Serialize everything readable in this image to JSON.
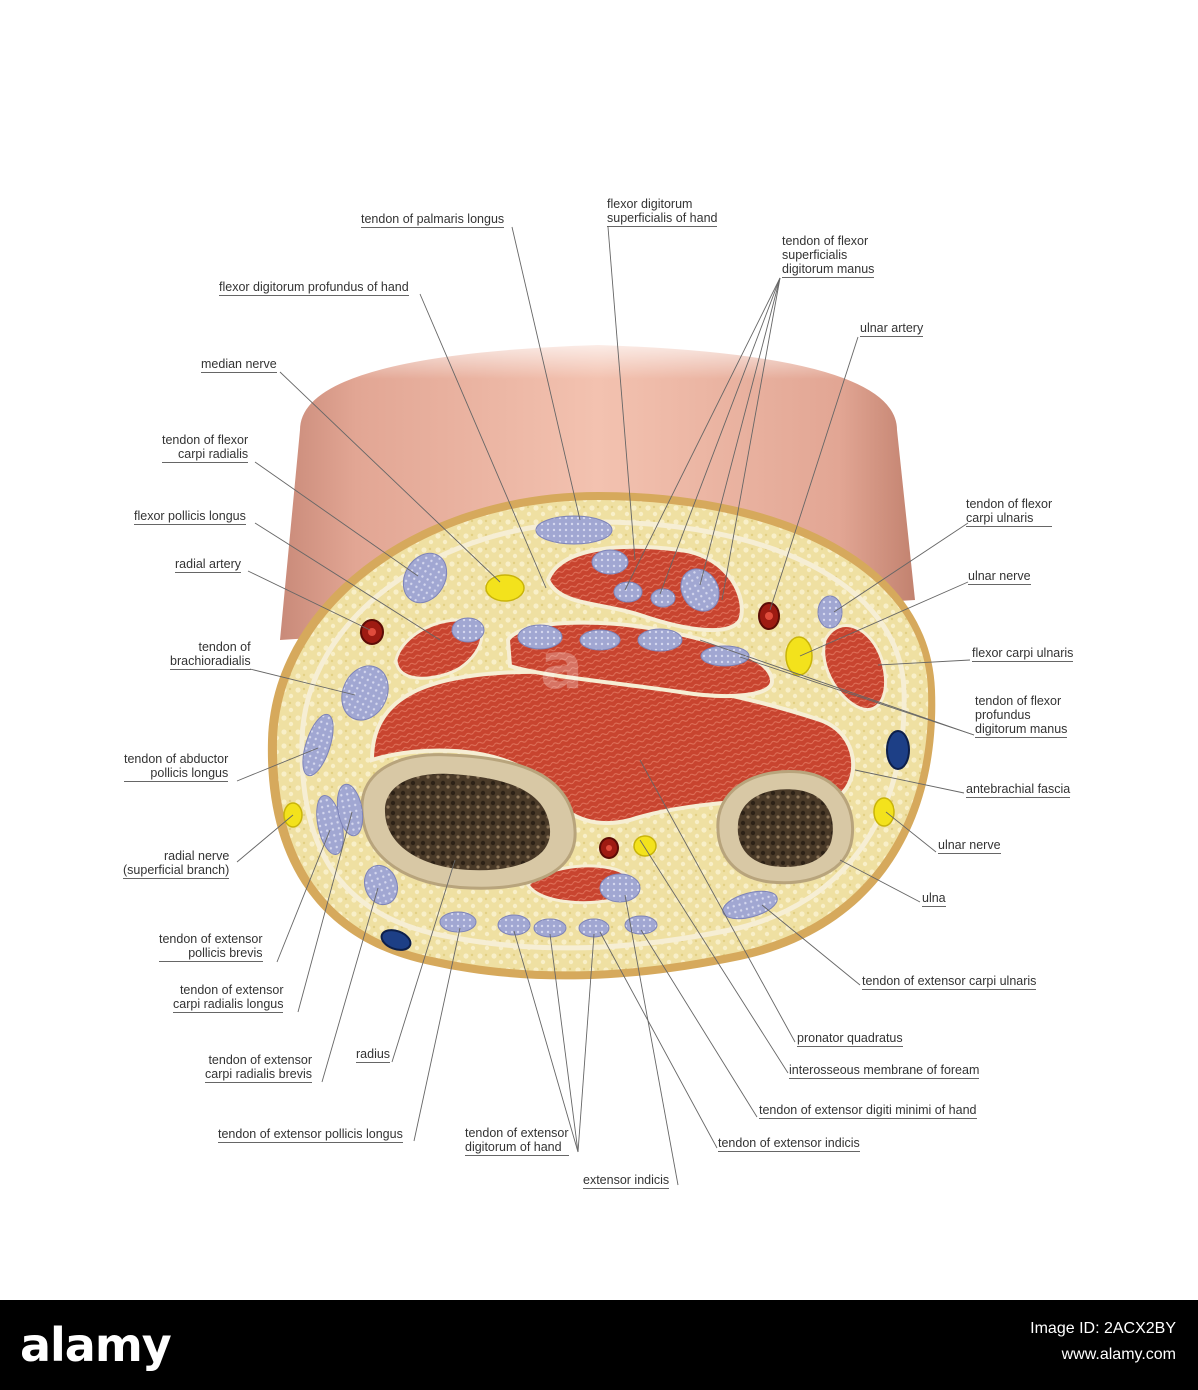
{
  "labels_left": [
    {
      "id": "tendon-palmaris-longus",
      "lines": [
        "tendon of palmaris longus"
      ]
    },
    {
      "id": "fdp-hand",
      "lines": [
        "flexor digitorum profundus of hand"
      ]
    },
    {
      "id": "median-nerve",
      "lines": [
        "median nerve"
      ]
    },
    {
      "id": "tendon-fcr",
      "lines": [
        "tendon of flexor",
        "carpi radialis"
      ]
    },
    {
      "id": "fpl",
      "lines": [
        "flexor pollicis longus"
      ]
    },
    {
      "id": "radial-artery",
      "lines": [
        "radial artery"
      ]
    },
    {
      "id": "tendon-brachioradialis",
      "lines": [
        "tendon of",
        "brachioradialis"
      ]
    },
    {
      "id": "tendon-apl",
      "lines": [
        "tendon of abductor",
        "pollicis longus"
      ]
    },
    {
      "id": "radial-nerve",
      "lines": [
        "radial nerve",
        "(superficial branch)"
      ]
    },
    {
      "id": "tendon-epb",
      "lines": [
        "tendon of extensor",
        "pollicis brevis"
      ]
    },
    {
      "id": "tendon-ecrl",
      "lines": [
        "tendon of extensor",
        "carpi radialis longus"
      ]
    },
    {
      "id": "tendon-ecrb",
      "lines": [
        "tendon of extensor",
        "carpi radialis brevis"
      ]
    },
    {
      "id": "radius",
      "lines": [
        "radius"
      ]
    },
    {
      "id": "tendon-epl",
      "lines": [
        "tendon of extensor pollicis longus"
      ]
    },
    {
      "id": "tendon-ed",
      "lines": [
        "tendon of extensor",
        "digitorum of hand"
      ]
    }
  ],
  "labels_right": [
    {
      "id": "fds-hand",
      "lines": [
        "flexor digitorum",
        "superficialis of hand"
      ]
    },
    {
      "id": "tendon-fds-manus",
      "lines": [
        "tendon of flexor",
        "superficialis",
        "digitorum manus"
      ]
    },
    {
      "id": "ulnar-artery",
      "lines": [
        "ulnar artery"
      ]
    },
    {
      "id": "tendon-fcu",
      "lines": [
        "tendon of flexor",
        "carpi ulnaris"
      ]
    },
    {
      "id": "ulnar-nerve-top",
      "lines": [
        "ulnar nerve"
      ]
    },
    {
      "id": "fcu",
      "lines": [
        "flexor carpi ulnaris"
      ]
    },
    {
      "id": "tendon-fdp-manus",
      "lines": [
        "tendon of flexor",
        "profundus",
        "digitorum manus"
      ]
    },
    {
      "id": "antebrachial-fascia",
      "lines": [
        "antebrachial fascia"
      ]
    },
    {
      "id": "ulnar-nerve-bottom",
      "lines": [
        "ulnar nerve"
      ]
    },
    {
      "id": "ulna",
      "lines": [
        "ulna"
      ]
    },
    {
      "id": "tendon-ecu",
      "lines": [
        "tendon of extensor carpi ulnaris"
      ]
    },
    {
      "id": "pronator-quadratus",
      "lines": [
        "pronator quadratus"
      ]
    },
    {
      "id": "interosseous",
      "lines": [
        "interosseous membrane of foream"
      ]
    },
    {
      "id": "tendon-edm",
      "lines": [
        "tendon of extensor digiti minimi of hand"
      ]
    },
    {
      "id": "tendon-ei",
      "lines": [
        "tendon of extensor indicis"
      ]
    },
    {
      "id": "extensor-indicis",
      "lines": [
        "extensor indicis"
      ]
    }
  ],
  "footer": {
    "logo": "alamy",
    "image_id": "Image ID: 2ACX2BY",
    "site": "www.alamy.com",
    "watermark": "a"
  },
  "colors": {
    "fat": "#efe1a0",
    "muscle": "#c9442f",
    "tendon": "#9aa0cc",
    "bone_cortex": "#d8c8a5",
    "marrow": "#4a3a28",
    "artery": "#9e1b12",
    "nerve": "#f3e21c",
    "vein": "#1d3f86",
    "skin": "#e8a890",
    "fascia": "#d4a85a"
  }
}
